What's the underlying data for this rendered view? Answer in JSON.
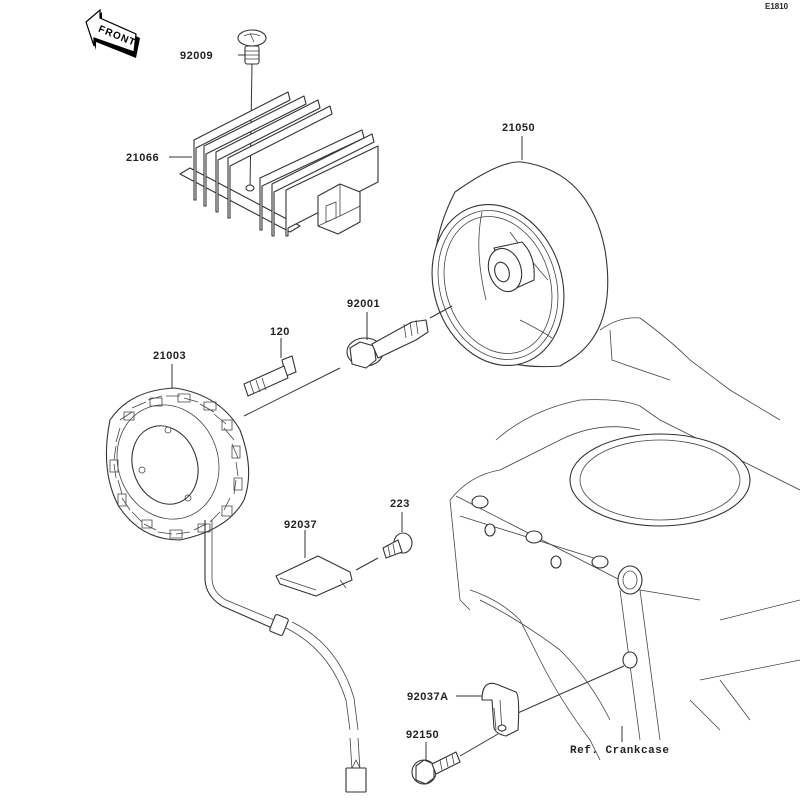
{
  "diagram": {
    "code": "E1810",
    "front_indicator": "FRONT",
    "reference_label": "Ref. Crankcase",
    "parts": [
      {
        "id": "92009",
        "name": "screw"
      },
      {
        "id": "21066",
        "name": "regulator-rectifier"
      },
      {
        "id": "21050",
        "name": "flywheel-rotor"
      },
      {
        "id": "92001",
        "name": "flange-bolt"
      },
      {
        "id": "120",
        "name": "stator-bolt"
      },
      {
        "id": "21003",
        "name": "stator-coil"
      },
      {
        "id": "223",
        "name": "plate-screw"
      },
      {
        "id": "92037",
        "name": "wire-plate"
      },
      {
        "id": "92037A",
        "name": "wire-clamp"
      },
      {
        "id": "92150",
        "name": "clamp-bolt"
      }
    ]
  }
}
